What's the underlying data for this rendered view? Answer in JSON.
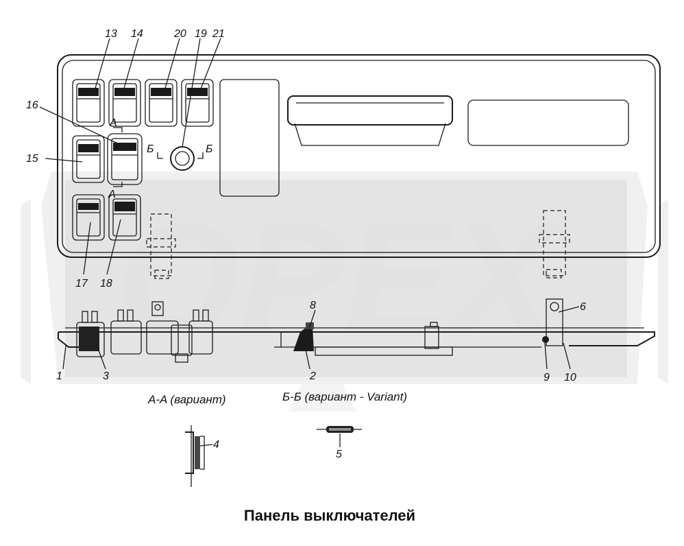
{
  "watermark": {
    "text": "OPEX",
    "color": "#e4e4e4"
  },
  "caption": "Панель выключателей",
  "sections": {
    "aa": "A-A (вариант)",
    "bb": "Б-Б (вариант - Variant)"
  },
  "view_markers": {
    "a": "A",
    "b": "Б"
  },
  "callouts": [
    {
      "id": "13",
      "text": "13"
    },
    {
      "id": "14",
      "text": "14"
    },
    {
      "id": "20",
      "text": "20"
    },
    {
      "id": "19",
      "text": "19"
    },
    {
      "id": "21",
      "text": "21"
    },
    {
      "id": "16",
      "text": "16"
    },
    {
      "id": "15",
      "text": "15"
    },
    {
      "id": "17",
      "text": "17"
    },
    {
      "id": "18",
      "text": "18"
    },
    {
      "id": "8",
      "text": "8"
    },
    {
      "id": "6",
      "text": "6"
    },
    {
      "id": "1",
      "text": "1"
    },
    {
      "id": "3",
      "text": "3"
    },
    {
      "id": "2",
      "text": "2"
    },
    {
      "id": "9",
      "text": "9"
    },
    {
      "id": "10",
      "text": "10"
    },
    {
      "id": "4",
      "text": "4"
    },
    {
      "id": "5",
      "text": "5"
    }
  ]
}
